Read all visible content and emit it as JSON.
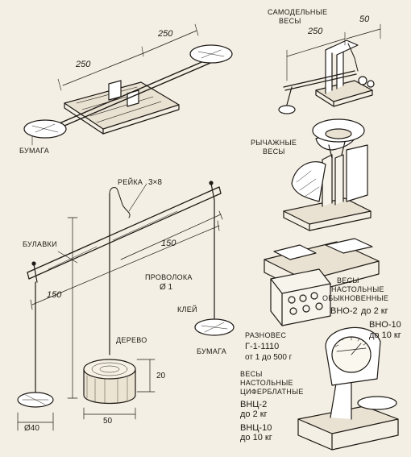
{
  "top_left": {
    "dim_left": "250",
    "dim_right": "250",
    "paper_label": "БУМАГА"
  },
  "homemade": {
    "title_line1": "САМОДЕЛЬНЫЕ",
    "title_line2": "ВЕСЫ",
    "dim_250": "250",
    "dim_50": "50"
  },
  "lever": {
    "title_line1": "РЫЧАЖНЫЕ",
    "title_line2": "ВЕСЫ"
  },
  "rail_scale": {
    "rail_label": "РЕЙКА",
    "rail_size": "3×8",
    "pins_label": "БУЛАВКИ",
    "dim_150_right": "150",
    "dim_150_left": "150",
    "wire_label_1": "ПРОВОЛОКА",
    "wire_label_2": "Ø 1",
    "glue_label": "КЛЕЙ",
    "paper_label": "БУМАГА",
    "wood_label": "ДЕРЕВО",
    "dim_20": "20",
    "dim_50": "50",
    "dim_diam40": "Ø40"
  },
  "table_scale": {
    "line1": "ВЕСЫ",
    "line2": "НАСТОЛЬНЫЕ",
    "line3": "ОБЫКНОВЕННЫЕ",
    "model1": "ВНО-2",
    "model1_limit": "до 2 кг",
    "model2": "ВНО-10",
    "model2_limit": "до 10 кг"
  },
  "weights": {
    "title": "РАЗНОВЕС",
    "model": "Г-1-1110",
    "range": "от 1 до 500 г"
  },
  "dial_scale": {
    "line1": "ВЕСЫ",
    "line2": "НАСТОЛЬНЫЕ",
    "line3": "ЦИФЕРБЛАТНЫЕ",
    "model1": "ВНЦ-2",
    "model1_limit": "до 2 кг",
    "model2": "ВНЦ-10",
    "model2_limit": "до 10 кг"
  }
}
